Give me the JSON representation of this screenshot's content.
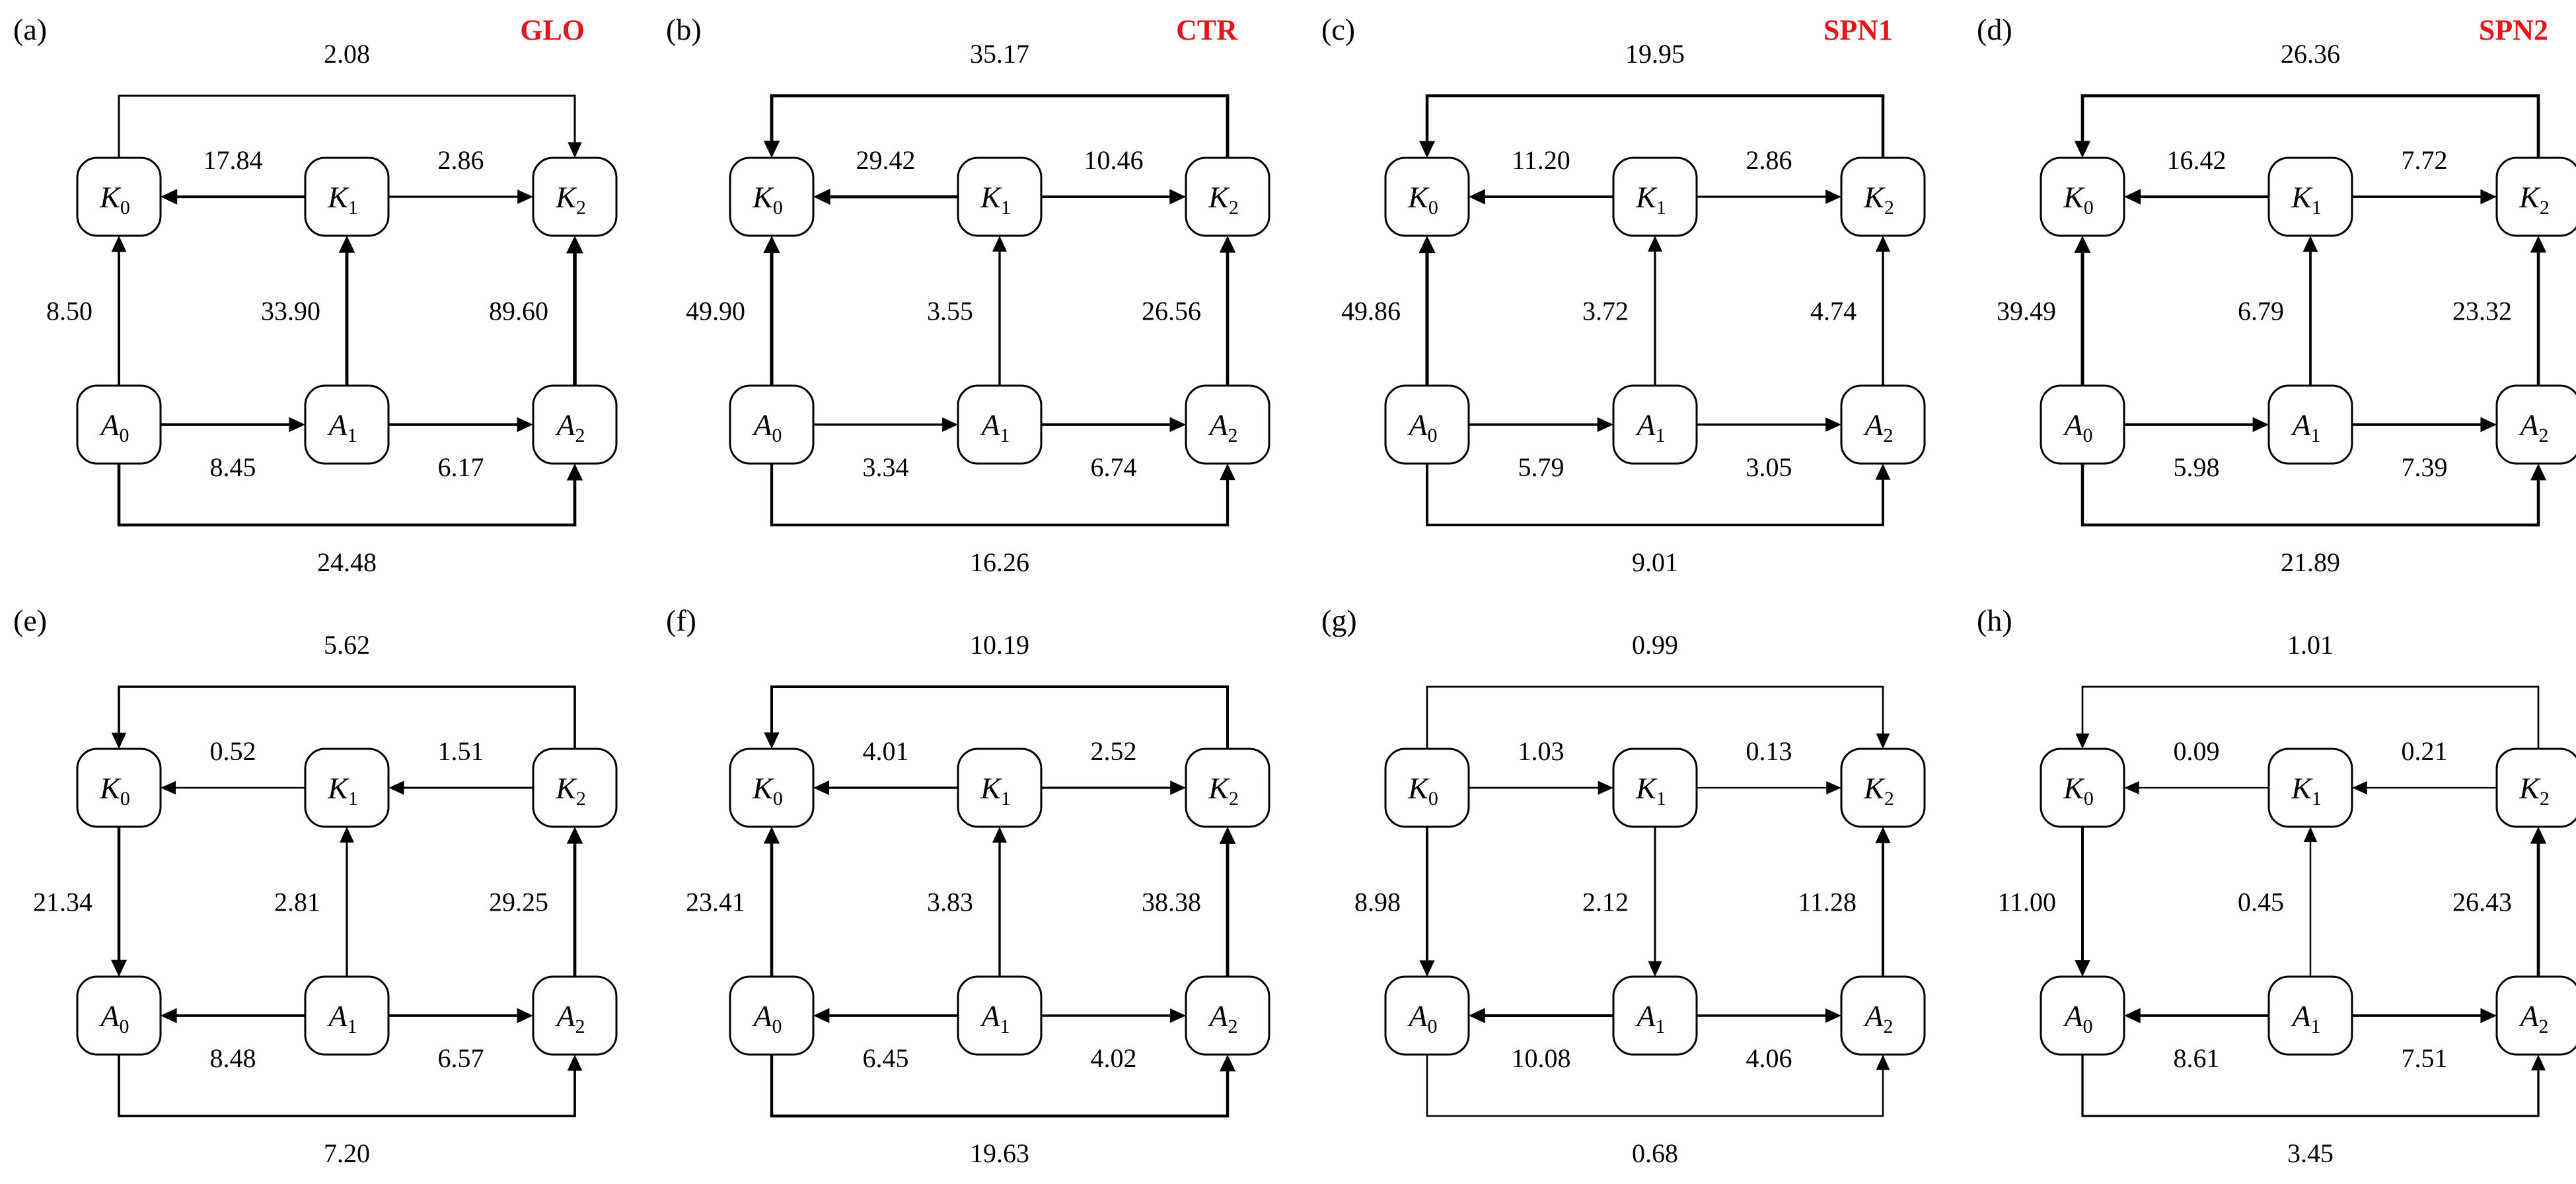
{
  "colors": {
    "tag": "#e8141b",
    "edge": "#000000",
    "node_fill": "#ffffff"
  },
  "node_labels": {
    "K0": {
      "main": "K",
      "sub": "0"
    },
    "K1": {
      "main": "K",
      "sub": "1"
    },
    "K2": {
      "main": "K",
      "sub": "2"
    },
    "A0": {
      "main": "A",
      "sub": "0"
    },
    "A1": {
      "main": "A",
      "sub": "1"
    },
    "A2": {
      "main": "A",
      "sub": "2"
    }
  },
  "panels": [
    {
      "label": "(a)",
      "tag": "GLO",
      "edges": [
        {
          "from": "K0",
          "to": "K2",
          "route": "top",
          "value": "2.08"
        },
        {
          "from": "K1",
          "to": "K0",
          "value": "17.84"
        },
        {
          "from": "K1",
          "to": "K2",
          "value": "2.86"
        },
        {
          "from": "A0",
          "to": "K0",
          "value": "8.50"
        },
        {
          "from": "A1",
          "to": "K1",
          "value": "33.90"
        },
        {
          "from": "A2",
          "to": "K2",
          "value": "89.60"
        },
        {
          "from": "A0",
          "to": "A1",
          "value": "8.45"
        },
        {
          "from": "A1",
          "to": "A2",
          "value": "6.17"
        },
        {
          "from": "A0",
          "to": "A2",
          "route": "bottom",
          "value": "24.48"
        }
      ]
    },
    {
      "label": "(b)",
      "tag": "CTR",
      "edges": [
        {
          "from": "K2",
          "to": "K0",
          "route": "top",
          "value": "35.17"
        },
        {
          "from": "K1",
          "to": "K0",
          "value": "29.42"
        },
        {
          "from": "K1",
          "to": "K2",
          "value": "10.46"
        },
        {
          "from": "A0",
          "to": "K0",
          "value": "49.90"
        },
        {
          "from": "A1",
          "to": "K1",
          "value": "3.55"
        },
        {
          "from": "A2",
          "to": "K2",
          "value": "26.56"
        },
        {
          "from": "A0",
          "to": "A1",
          "value": "3.34"
        },
        {
          "from": "A1",
          "to": "A2",
          "value": "6.74"
        },
        {
          "from": "A0",
          "to": "A2",
          "route": "bottom",
          "value": "16.26"
        }
      ]
    },
    {
      "label": "(c)",
      "tag": "SPN1",
      "edges": [
        {
          "from": "K2",
          "to": "K0",
          "route": "top",
          "value": "19.95"
        },
        {
          "from": "K1",
          "to": "K0",
          "value": "11.20"
        },
        {
          "from": "K1",
          "to": "K2",
          "value": "2.86"
        },
        {
          "from": "A0",
          "to": "K0",
          "value": "49.86"
        },
        {
          "from": "A1",
          "to": "K1",
          "value": "3.72"
        },
        {
          "from": "A2",
          "to": "K2",
          "value": "4.74"
        },
        {
          "from": "A0",
          "to": "A1",
          "value": "5.79"
        },
        {
          "from": "A1",
          "to": "A2",
          "value": "3.05"
        },
        {
          "from": "A0",
          "to": "A2",
          "route": "bottom",
          "value": "9.01"
        }
      ]
    },
    {
      "label": "(d)",
      "tag": "SPN2",
      "edges": [
        {
          "from": "K2",
          "to": "K0",
          "route": "top",
          "value": "26.36"
        },
        {
          "from": "K1",
          "to": "K0",
          "value": "16.42"
        },
        {
          "from": "K1",
          "to": "K2",
          "value": "7.72"
        },
        {
          "from": "A0",
          "to": "K0",
          "value": "39.49"
        },
        {
          "from": "A1",
          "to": "K1",
          "value": "6.79"
        },
        {
          "from": "A2",
          "to": "K2",
          "value": "23.32"
        },
        {
          "from": "A0",
          "to": "A1",
          "value": "5.98"
        },
        {
          "from": "A1",
          "to": "A2",
          "value": "7.39"
        },
        {
          "from": "A0",
          "to": "A2",
          "route": "bottom",
          "value": "21.89"
        }
      ]
    },
    {
      "label": "(e)",
      "tag": "",
      "edges": [
        {
          "from": "K2",
          "to": "K0",
          "route": "top",
          "value": "5.62"
        },
        {
          "from": "K1",
          "to": "K0",
          "value": "0.52"
        },
        {
          "from": "K2",
          "to": "K1",
          "value": "1.51"
        },
        {
          "from": "K0",
          "to": "A0",
          "value": "21.34"
        },
        {
          "from": "A1",
          "to": "K1",
          "value": "2.81"
        },
        {
          "from": "A2",
          "to": "K2",
          "value": "29.25"
        },
        {
          "from": "A1",
          "to": "A0",
          "value": "8.48"
        },
        {
          "from": "A1",
          "to": "A2",
          "value": "6.57"
        },
        {
          "from": "A0",
          "to": "A2",
          "route": "bottom",
          "value": "7.20"
        }
      ]
    },
    {
      "label": "(f)",
      "tag": "",
      "edges": [
        {
          "from": "K2",
          "to": "K0",
          "route": "top",
          "value": "10.19"
        },
        {
          "from": "K1",
          "to": "K0",
          "value": "4.01"
        },
        {
          "from": "K1",
          "to": "K2",
          "value": "2.52"
        },
        {
          "from": "A0",
          "to": "K0",
          "value": "23.41"
        },
        {
          "from": "A1",
          "to": "K1",
          "value": "3.83"
        },
        {
          "from": "A2",
          "to": "K2",
          "value": "38.38"
        },
        {
          "from": "A1",
          "to": "A0",
          "value": "6.45"
        },
        {
          "from": "A1",
          "to": "A2",
          "value": "4.02"
        },
        {
          "from": "A0",
          "to": "A2",
          "route": "bottom",
          "value": "19.63"
        }
      ]
    },
    {
      "label": "(g)",
      "tag": "",
      "edges": [
        {
          "from": "K0",
          "to": "K2",
          "route": "top",
          "value": "0.99"
        },
        {
          "from": "K0",
          "to": "K1",
          "value": "1.03"
        },
        {
          "from": "K1",
          "to": "K2",
          "value": "0.13"
        },
        {
          "from": "K0",
          "to": "A0",
          "value": "8.98"
        },
        {
          "from": "K1",
          "to": "A1",
          "value": "2.12"
        },
        {
          "from": "A2",
          "to": "K2",
          "value": "11.28"
        },
        {
          "from": "A1",
          "to": "A0",
          "value": "10.08"
        },
        {
          "from": "A1",
          "to": "A2",
          "value": "4.06"
        },
        {
          "from": "A0",
          "to": "A2",
          "route": "bottom",
          "value": "0.68"
        }
      ]
    },
    {
      "label": "(h)",
      "tag": "",
      "edges": [
        {
          "from": "K2",
          "to": "K0",
          "route": "top",
          "value": "1.01"
        },
        {
          "from": "K1",
          "to": "K0",
          "value": "0.09"
        },
        {
          "from": "K2",
          "to": "K1",
          "value": "0.21"
        },
        {
          "from": "K0",
          "to": "A0",
          "value": "11.00"
        },
        {
          "from": "A1",
          "to": "K1",
          "value": "0.45"
        },
        {
          "from": "A2",
          "to": "K2",
          "value": "26.43"
        },
        {
          "from": "A1",
          "to": "A0",
          "value": "8.61"
        },
        {
          "from": "A1",
          "to": "A2",
          "value": "7.51"
        },
        {
          "from": "A0",
          "to": "A2",
          "route": "bottom",
          "value": "3.45"
        }
      ]
    }
  ]
}
